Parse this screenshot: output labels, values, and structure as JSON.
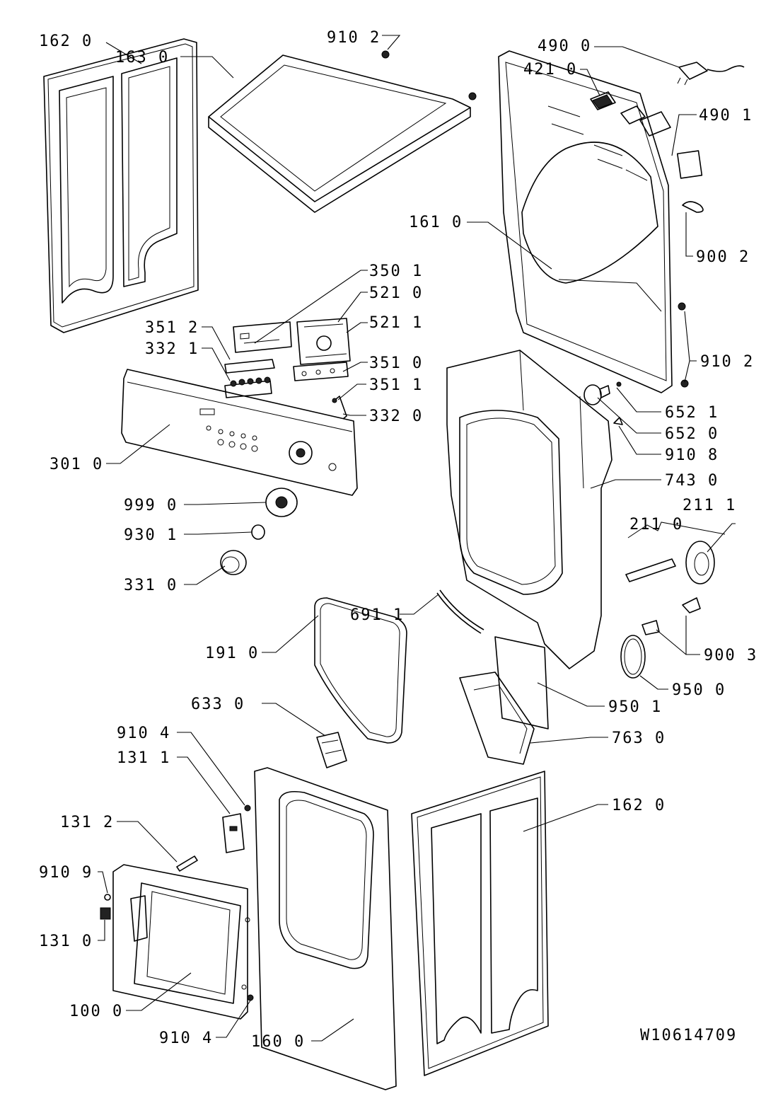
{
  "drawing_number": "W10614709",
  "labels": {
    "l1620a": "162 0",
    "l1630": "163 0",
    "l9102a": "910 2",
    "l4900": "490 0",
    "l4210": "421 0",
    "l4901": "490 1",
    "l1610": "161 0",
    "l9002": "900 2",
    "l3501": "350 1",
    "l5210": "521 0",
    "l3512": "351 2",
    "l5211": "521 1",
    "l3321": "332 1",
    "l3510": "351 0",
    "l9102b": "910 2",
    "l3511": "351 1",
    "l3320": "332 0",
    "l6521": "652 1",
    "l3010": "301 0",
    "l6520": "652 0",
    "l9108": "910 8",
    "l7430": "743 0",
    "l9990": "999 0",
    "l2111": "211 1",
    "l2110": "211 0",
    "l9301": "930 1",
    "l3310": "331 0",
    "l6911": "691 1",
    "l9003": "900 3",
    "l1910": "191 0",
    "l9500": "950 0",
    "l9501": "950 1",
    "l6330": "633 0",
    "l7630": "763 0",
    "l9104a": "910 4",
    "l1311": "131 1",
    "l1620b": "162 0",
    "l1312": "131 2",
    "l9109": "910 9",
    "l1310": "131 0",
    "l1000": "100 0",
    "l9104b": "910 4",
    "l1600": "160 0"
  }
}
